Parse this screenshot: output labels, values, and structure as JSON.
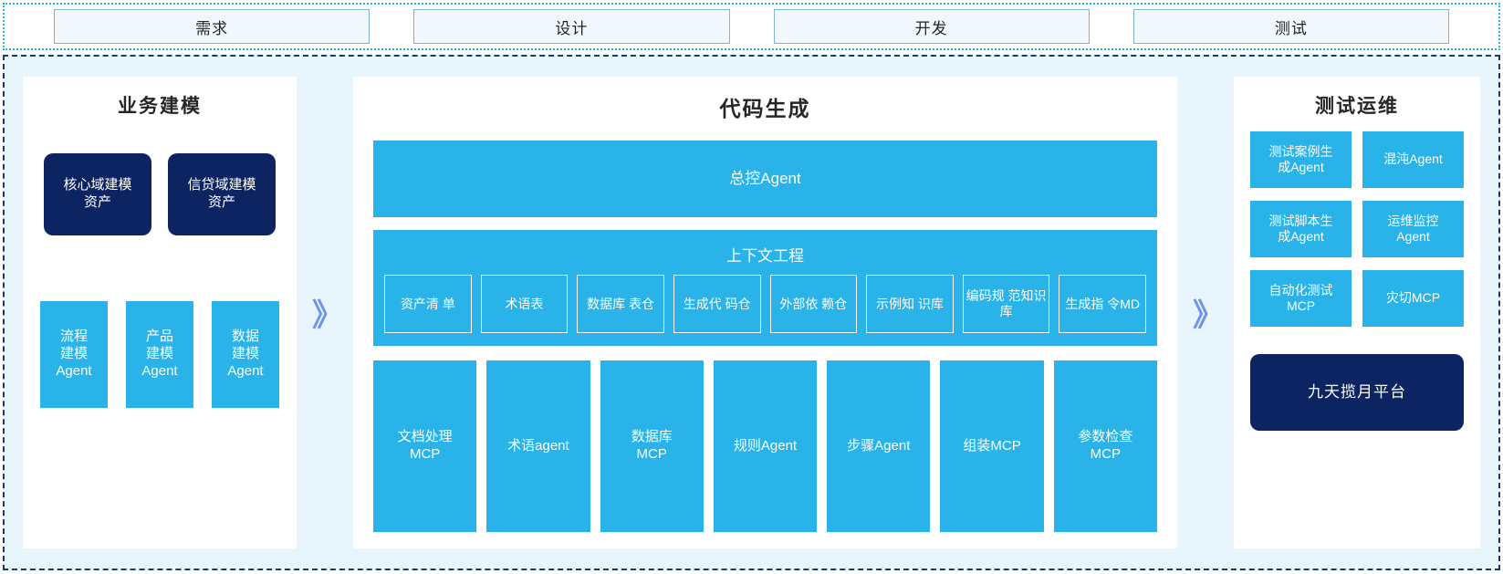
{
  "phases": [
    {
      "label": "需求"
    },
    {
      "label": "设计"
    },
    {
      "label": "开发"
    },
    {
      "label": "测试"
    }
  ],
  "separators": {
    "chevron": "》"
  },
  "colors": {
    "cyan": "#29b3e8",
    "navy": "#0d2463",
    "chevron": "#6f95e8",
    "background": "#e8f5fd",
    "phase_fill": "#f2f7fb"
  },
  "left_panel": {
    "title": "业务建模",
    "assets": [
      {
        "label": "核心域建模\n资产"
      },
      {
        "label": "信贷域建模\n资产"
      }
    ],
    "agents": [
      {
        "label": "流程\n建模\nAgent"
      },
      {
        "label": "产品\n建模\nAgent"
      },
      {
        "label": "数据\n建模\nAgent"
      }
    ]
  },
  "center_panel": {
    "title": "代码生成",
    "master_agent": {
      "label": "总控Agent"
    },
    "context_engineering": {
      "title": "上下文工程",
      "items": [
        {
          "label": "资产清\n单"
        },
        {
          "label": "术语表"
        },
        {
          "label": "数据库\n表仓"
        },
        {
          "label": "生成代\n码仓"
        },
        {
          "label": "外部依\n赖仓"
        },
        {
          "label": "示例知\n识库"
        },
        {
          "label": "编码规\n范知识\n库"
        },
        {
          "label": "生成指\n令MD"
        }
      ]
    },
    "tools": [
      {
        "label": "文档处理\nMCP"
      },
      {
        "label": "术语agent"
      },
      {
        "label": "数据库\nMCP"
      },
      {
        "label": "规则Agent"
      },
      {
        "label": "步骤Agent"
      },
      {
        "label": "组装MCP"
      },
      {
        "label": "参数检查\nMCP"
      }
    ]
  },
  "right_panel": {
    "title": "测试运维",
    "agents": [
      {
        "label": "测试案例生\n成Agent"
      },
      {
        "label": "混沌Agent"
      },
      {
        "label": "测试脚本生\n成Agent"
      },
      {
        "label": "运维监控\nAgent"
      },
      {
        "label": "自动化测试\nMCP"
      },
      {
        "label": "灾切MCP"
      }
    ],
    "platform": {
      "label": "九天揽月平台"
    }
  }
}
